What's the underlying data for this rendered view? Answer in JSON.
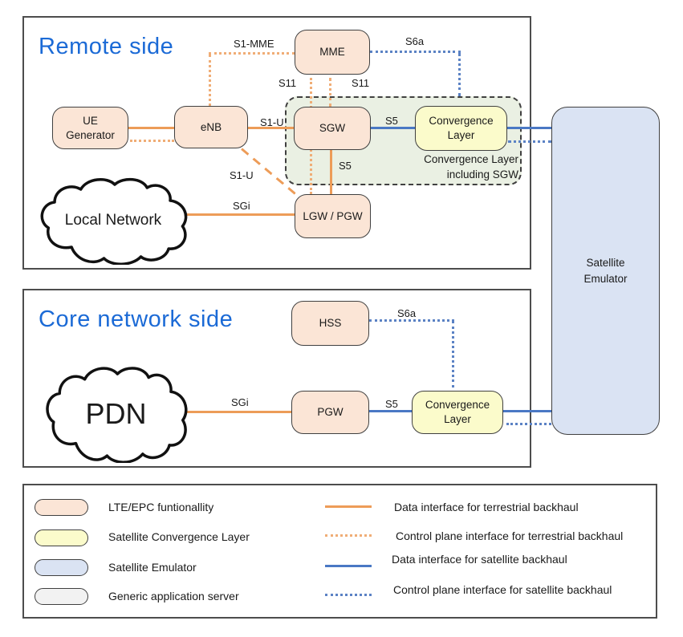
{
  "diagram": {
    "remote": {
      "title": "Remote side",
      "nodes": {
        "ue_generator": "UE\nGenerator",
        "enb": "eNB",
        "mme": "MME",
        "sgw": "SGW",
        "convergence_layer": "Convergence\nLayer",
        "lgw_pgw": "LGW / PGW",
        "local_network": "Local Network"
      },
      "group_label": "Convergence Layer\nincluding SGW",
      "edge_labels": {
        "s1_mme": "S1-MME",
        "s11_left": "S11",
        "s11_right": "S11",
        "s6a": "S6a",
        "s1u_top": "S1-U",
        "s1u_diag": "S1-U",
        "s5_right": "S5",
        "s5_down": "S5",
        "sgi": "SGi"
      }
    },
    "core": {
      "title": "Core network side",
      "nodes": {
        "hss": "HSS",
        "pgw": "PGW",
        "convergence_layer": "Convergence\nLayer",
        "pdn": "PDN"
      },
      "edge_labels": {
        "s6a": "S6a",
        "sgi": "SGi",
        "s5": "S5"
      }
    },
    "satellite_emulator": "Satellite\nEmulator"
  },
  "legend": {
    "shapes": [
      {
        "key": "lte-epc-functionality",
        "label": "LTE/EPC funtionallity"
      },
      {
        "key": "satellite-convergence-layer",
        "label": "Satellite Convergence Layer"
      },
      {
        "key": "satellite-emulator",
        "label": "Satellite Emulator"
      },
      {
        "key": "generic-application-server",
        "label": "Generic application server"
      }
    ],
    "lines": [
      {
        "key": "data-terrestrial",
        "label": "Data interface for terrestrial backhaul"
      },
      {
        "key": "control-terrestrial",
        "label": "Control plane interface for terrestrial backhaul"
      },
      {
        "key": "data-satellite",
        "label": "Data interface for satellite backhaul"
      },
      {
        "key": "control-satellite",
        "label": "Control plane interface for satellite backhaul"
      }
    ]
  },
  "colors": {
    "lte_epc_fill": "#FBE5D6",
    "convergence_fill": "#FBFBCB",
    "satellite_fill": "#DAE3F3",
    "generic_fill": "#F2F2F2",
    "group_fill": "#EAF0E3",
    "terrestrial_data_line": "#ED9C58",
    "terrestrial_control_line": "#F0AD76",
    "satellite_data_line": "#4A78C4",
    "satellite_control_line": "#5B82C4",
    "title_blue": "#1B6AD6"
  }
}
